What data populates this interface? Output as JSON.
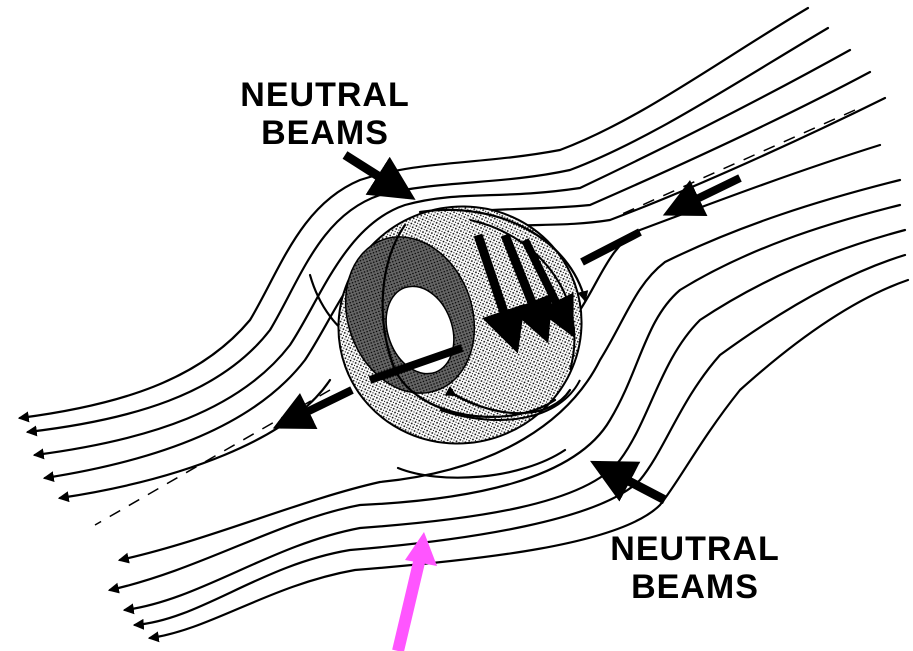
{
  "labels": {
    "top": {
      "line1": "NEUTRAL",
      "line2": "BEAMS"
    },
    "bottom": {
      "line1": "NEUTRAL",
      "line2": "BEAMS"
    }
  },
  "colors": {
    "ink": "#000000",
    "highlight_arrow": "#ff55ff",
    "background": "#ffffff"
  },
  "icons": [
    "field-line-arrow-icon",
    "neutral-beam-arrow-icon",
    "highlight-arrow-icon"
  ]
}
